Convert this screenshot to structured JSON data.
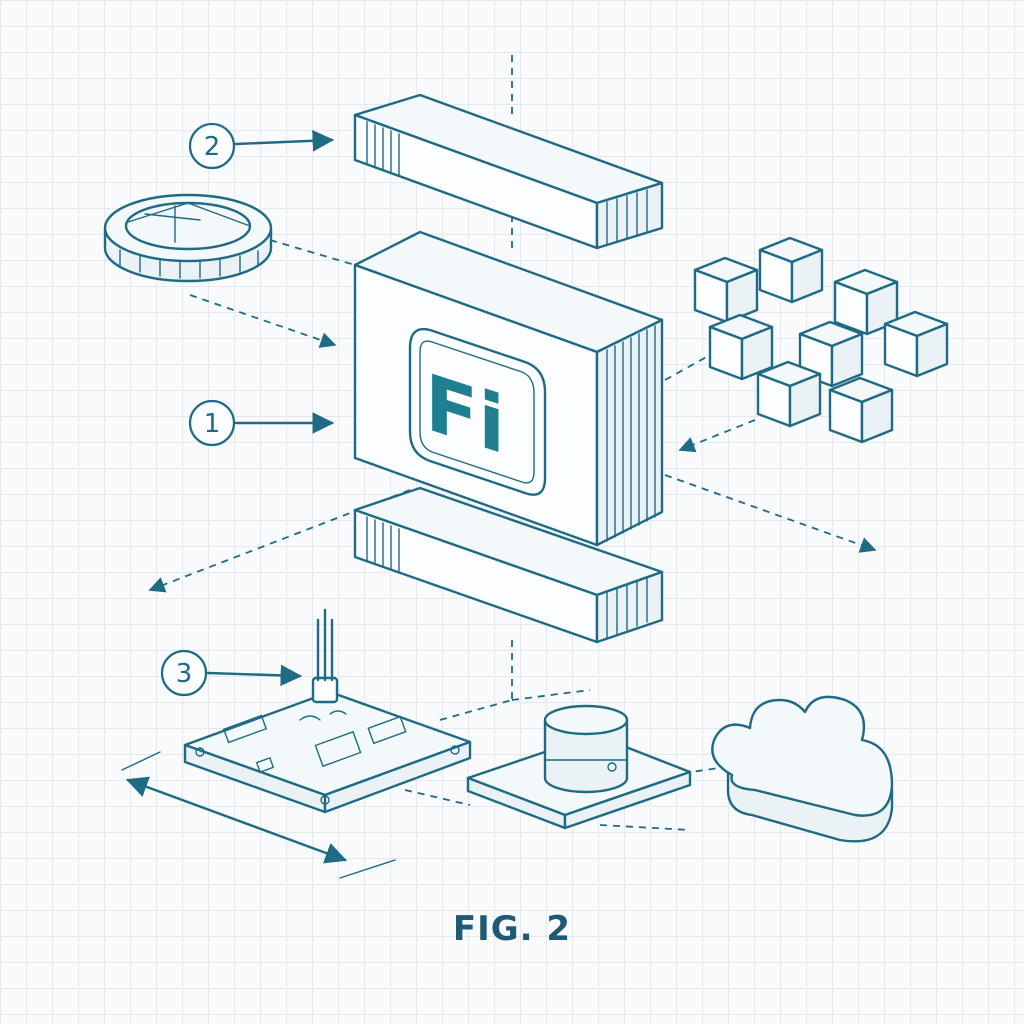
{
  "callouts": [
    {
      "number": "2",
      "target": "top-plate"
    },
    {
      "number": "1",
      "target": "main-module"
    },
    {
      "number": "3",
      "target": "circuit-board"
    }
  ],
  "module": {
    "logo_text": "Fi"
  },
  "caption": "FIG. 2",
  "colors": {
    "ink": "#1f6a85",
    "logo": "#1e7f90",
    "grid": "#e3e9ec",
    "background": "#f8fafb"
  },
  "icons": [
    "coin-icon",
    "cube-cluster-icon",
    "circuit-board-icon",
    "sensor-chip-icon",
    "cloud-icon",
    "antenna-icon"
  ]
}
